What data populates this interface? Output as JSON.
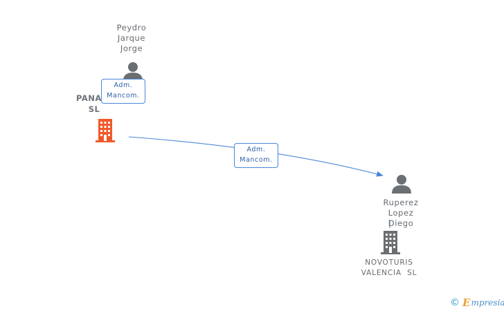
{
  "people": {
    "top": {
      "name_lines": [
        "Peydro",
        "Jarque",
        "Jorge"
      ],
      "icon": "person-icon"
    },
    "right": {
      "name_lines": [
        "Ruperez",
        "Lopez",
        "Diego"
      ],
      "icon": "person-icon"
    }
  },
  "companies": {
    "main": {
      "name_lines": [
        "PANA",
        "SL"
      ],
      "icon": "building-icon",
      "color": "#f0592a"
    },
    "secondary": {
      "name_lines": [
        "NOVOTURIS",
        "VALENCIA  SL"
      ],
      "icon": "building-icon",
      "color": "#6b6e72"
    }
  },
  "relations": {
    "top_to_main": {
      "lines": [
        "Adm.",
        "Mancom."
      ]
    },
    "right_to_main": {
      "lines": [
        "Adm.",
        "Mancom."
      ]
    }
  },
  "colors": {
    "edge": "#4a86d8",
    "label_text": "#666a70"
  },
  "watermark": {
    "symbol": "©",
    "brand_initial": "E",
    "brand_rest": "mpresia"
  }
}
